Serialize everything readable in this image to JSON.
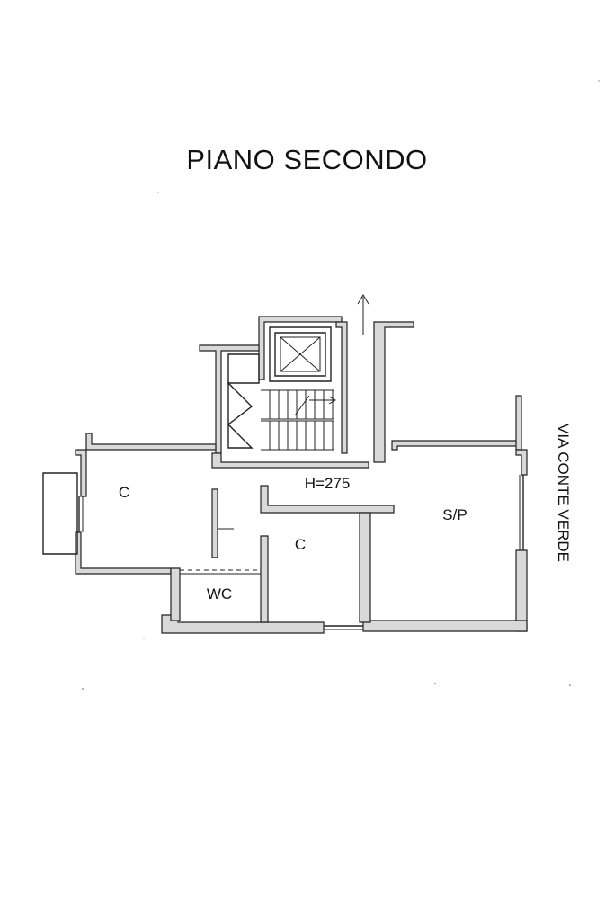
{
  "title": "PIANO SECONDO",
  "rooms": {
    "room_c_left": "C",
    "room_c_center": "C",
    "room_wc": "WC",
    "room_sp": "S/P"
  },
  "height_label": "H=275",
  "street_label": "VIA CONTE VERDE",
  "colors": {
    "ink": "#222222",
    "wall_fill": "#d9d9d9"
  }
}
